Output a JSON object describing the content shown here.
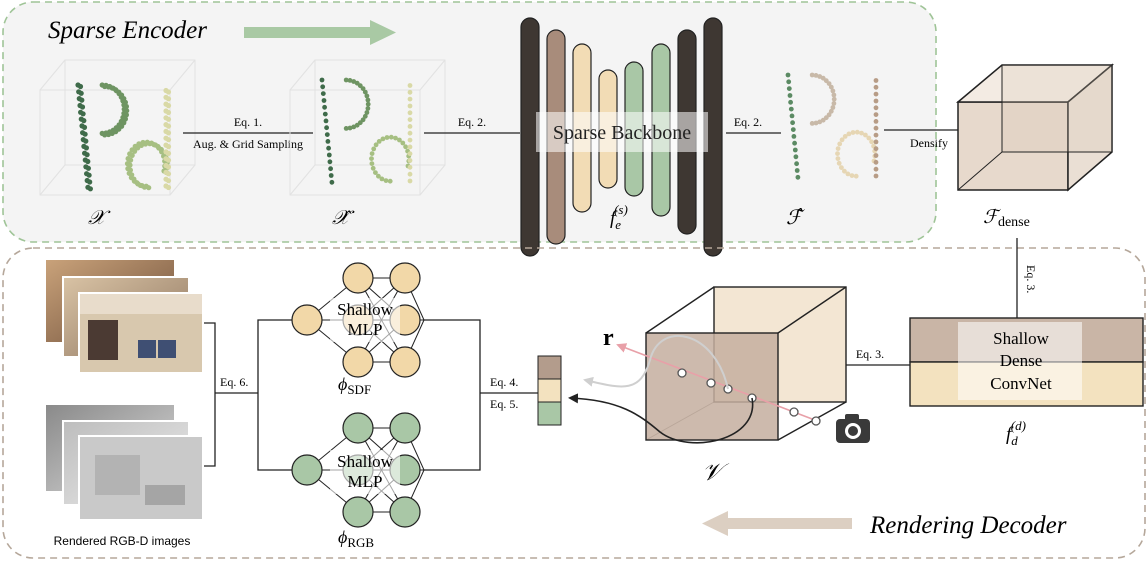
{
  "encoder": {
    "title": "Sparse Encoder",
    "eq1": "Eq. 1.",
    "aug_label": "Aug. & Grid Sampling",
    "eq2_left": "Eq. 2.",
    "eq2_right": "Eq. 2.",
    "backbone_label": "Sparse Backbone",
    "densify_label": "Densify",
    "sym_x": "𝒳",
    "sym_xhat": "𝒳̂",
    "sym_fe": "f",
    "sym_fe_sub": "e",
    "sym_fe_sup": "(s)",
    "sym_fhat": "ℱ̂",
    "sym_fdense": "ℱ",
    "sym_fdense_sub": "dense"
  },
  "decoder": {
    "title": "Rendering Decoder",
    "eq3_vert": "Eq. 3.",
    "eq3_horiz": "Eq. 3.",
    "dense_convnet_line1": "Shallow",
    "dense_convnet_line2": "Dense",
    "dense_convnet_line3": "ConvNet",
    "sym_fd": "f",
    "sym_fd_sub": "d",
    "sym_fd_sup": "(d)",
    "sym_v": "𝒱",
    "ray_label": "r",
    "eq4": "Eq. 4.",
    "eq5": "Eq. 5.",
    "eq6": "Eq. 6.",
    "mlp_top_line1": "Shallow",
    "mlp_top_line2": "MLP",
    "mlp_bottom_line1": "Shallow",
    "mlp_bottom_line2": "MLP",
    "phi_sdf": "ϕ",
    "phi_sdf_sub": "SDF",
    "phi_rgb": "ϕ",
    "phi_rgb_sub": "RGB",
    "rendered_label": "Rendered RGB-D images"
  },
  "colors": {
    "encoder_border": "#9fc497",
    "encoder_bg": "#f4f4f4",
    "decoder_border": "#b5a79a",
    "green_arrow": "#a9c9a4",
    "tan_arrow": "#dccfc2",
    "backbone_dark": "#3e3732",
    "backbone_brown": "#a88c7b",
    "backbone_cream": "#f2dcb5",
    "backbone_green": "#a9c7a6",
    "sdf_node": "#f2d8a8",
    "rgb_node": "#a9c7a6",
    "ray": "#e8a0a8"
  }
}
